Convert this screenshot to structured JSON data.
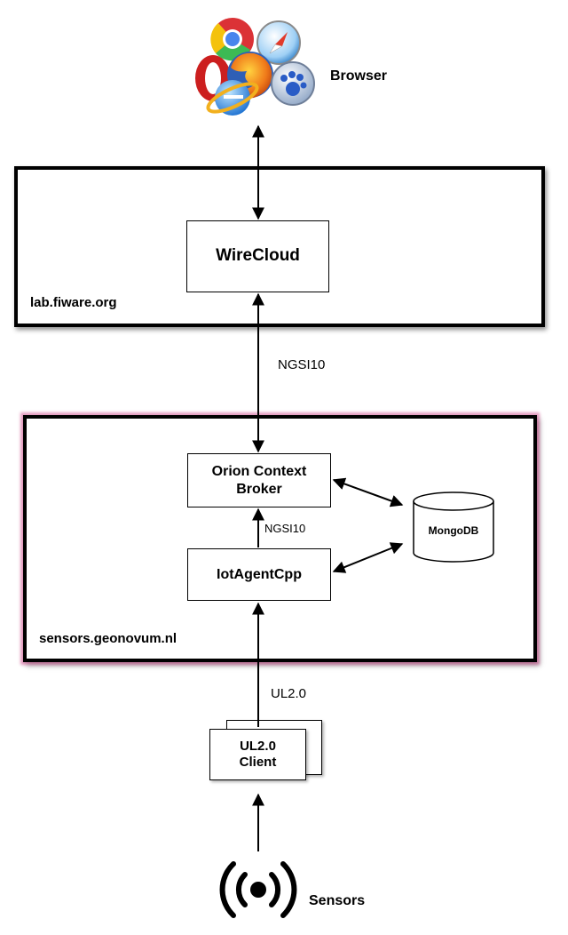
{
  "browser": {
    "label": "Browser",
    "icons": [
      "chrome-icon",
      "safari-icon",
      "opera-icon",
      "firefox-icon",
      "internet-explorer-icon",
      "konqueror-icon"
    ]
  },
  "lab_frame": {
    "label": "lab.fiware.org"
  },
  "wirecloud": {
    "label": "WireCloud"
  },
  "edge_wirecloud_orion": {
    "label": "NGSI10"
  },
  "sensors_frame": {
    "label": "sensors.geonovum.nl"
  },
  "orion": {
    "line1": "Orion Context",
    "line2": "Broker"
  },
  "mongodb": {
    "label": "MongoDB"
  },
  "edge_iotagent_orion": {
    "label": "NGSI10"
  },
  "iotagent": {
    "label": "IotAgentCpp"
  },
  "edge_client_iotagent": {
    "label": "UL2.0"
  },
  "ul_client": {
    "line1": "UL2.0",
    "line2": "Client"
  },
  "sensors": {
    "label": "Sensors"
  },
  "colors": {
    "frame_glow": "#c82878",
    "stroke": "#000000"
  }
}
